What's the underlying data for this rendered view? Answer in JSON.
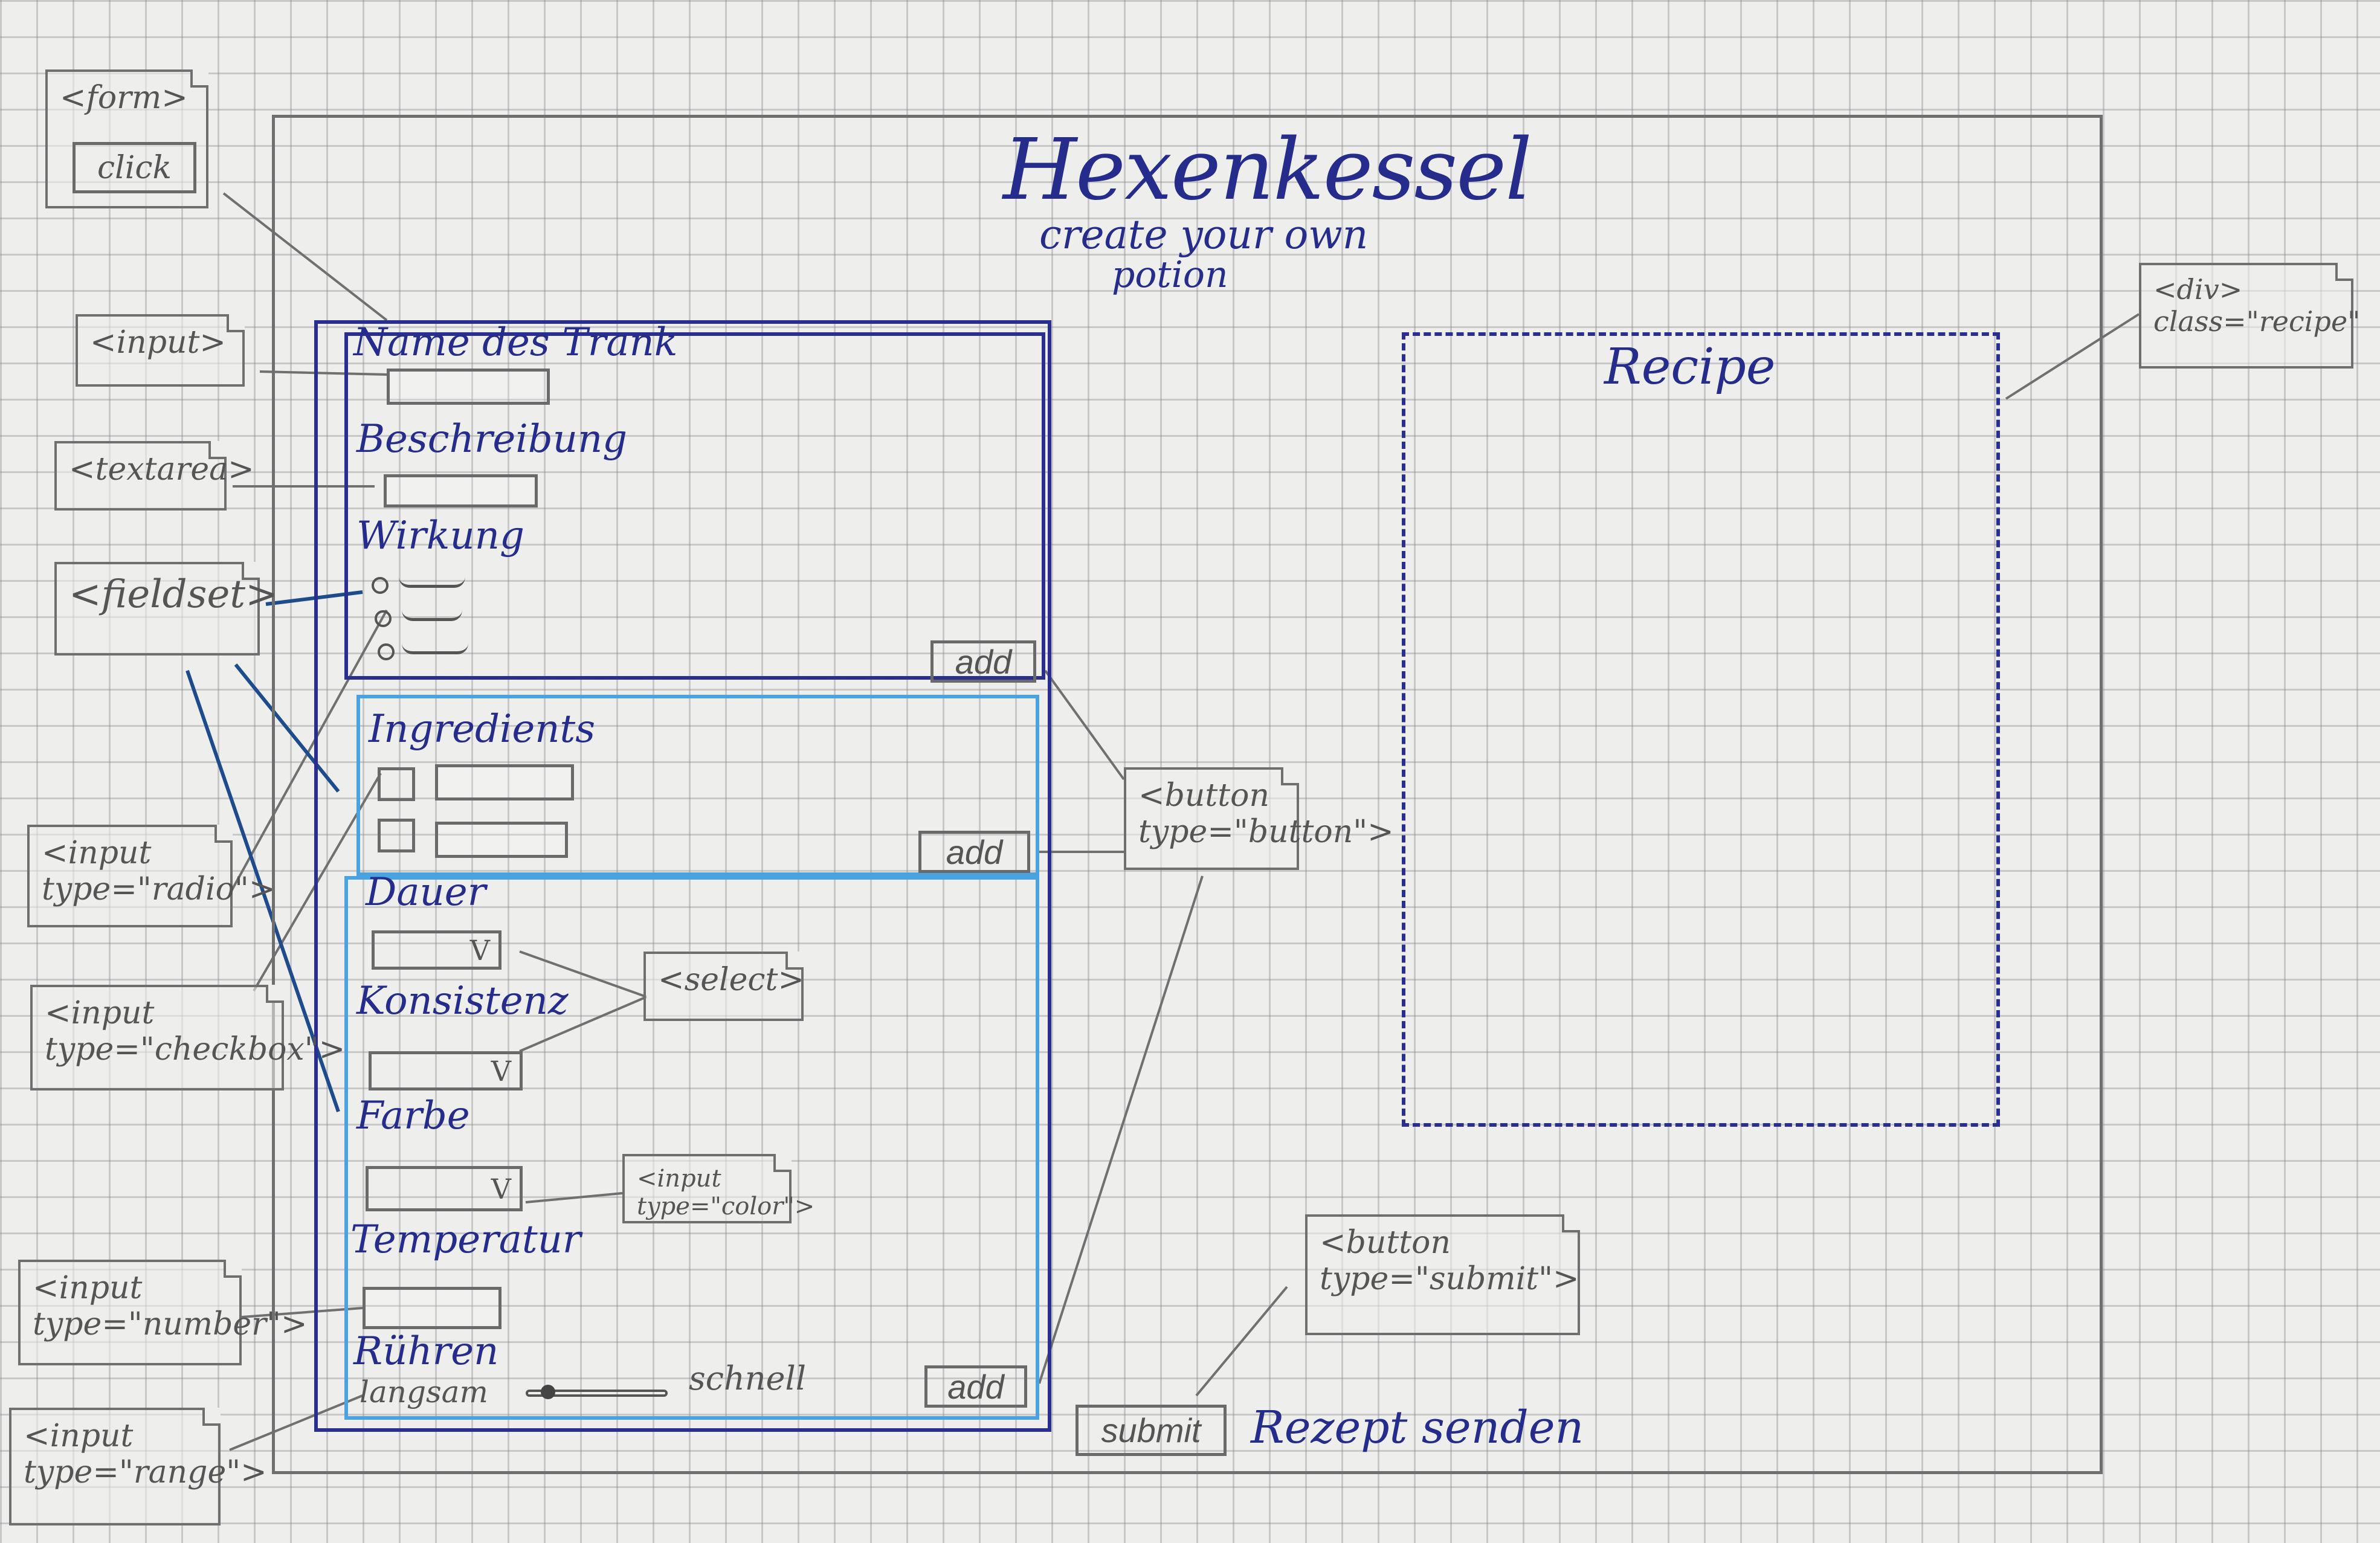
{
  "app": {
    "title": "Hexenkessel",
    "subtitle_line1": "create your own",
    "subtitle_line2": "potion"
  },
  "form": {
    "fields": {
      "name_label": "Name des Trank",
      "description_label": "Beschreibung",
      "effect_label": "Wirkung",
      "ingredients_label": "Ingredients",
      "duration_label": "Dauer",
      "consistency_label": "Konsistenz",
      "color_label": "Farbe",
      "temperature_label": "Temperatur",
      "stirring_label": "Rühren",
      "stirring_min": "langsam",
      "stirring_max": "schnell",
      "select_chevron": "V"
    },
    "stirring_level": 0.12,
    "buttons": {
      "add_effect": "add",
      "add_ingredient": "add",
      "add_process": "add",
      "submit": "submit",
      "submit_caption": "Rezept senden"
    }
  },
  "recipe": {
    "heading": "Recipe"
  },
  "annotations": {
    "form": "<form>",
    "click": "click",
    "input": "<input>",
    "textarea": "<textarea>",
    "fieldset": "<fieldset>",
    "input_radio": "<input\ntype=\"radio\">",
    "input_checkbox": "<input\ntype=\"checkbox\">",
    "input_number": "<input\ntype=\"number\">",
    "input_range": "<input\ntype=\"range\">",
    "select": "<select>",
    "input_color": "<input\ntype=\"color\">",
    "button_button": "<button\ntype=\"button\">",
    "button_submit": "<button\ntype=\"submit\">",
    "div_recipe": "<div>\nclass=\"recipe\""
  },
  "colors": {
    "ink_blue": "#262c8c",
    "light_blue": "#4aa3df",
    "pencil": "#6a6a6a",
    "paper": "#eeeeec"
  }
}
